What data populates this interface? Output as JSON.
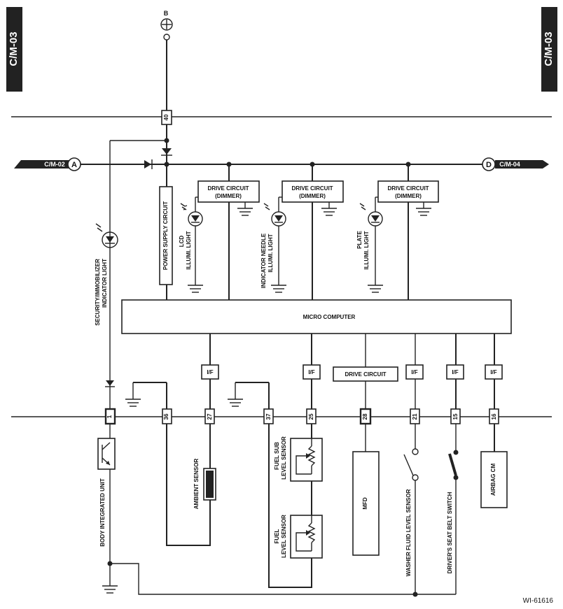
{
  "page_tags": {
    "left": "C/M-03",
    "right": "C/M-03"
  },
  "fig_id": "WI-61616",
  "supply": {
    "label": "B"
  },
  "connectors": {
    "left_label": "C/M-02",
    "left_circle": "A",
    "right_label": "C/M-04",
    "right_circle": "D"
  },
  "pins": {
    "p40": "40",
    "p1": "1",
    "p36": "36",
    "p27": "27",
    "p37": "37",
    "p25": "25",
    "p28": "28",
    "p21": "21",
    "p15": "15",
    "p16": "16"
  },
  "blocks": {
    "power_supply": "POWER SUPPLY CIRCUIT",
    "drive_circuit": "DRIVE CIRCUIT",
    "dimmer": "(DIMMER)",
    "micro_computer": "MICRO COMPUTER",
    "drive_circuit_lower": "DRIVE CIRCUIT",
    "interface": "I/F"
  },
  "lights": {
    "lcd_line1": "LCD",
    "lcd_line2": "ILLUMI. LIGHT",
    "needle_line1": "INDICATOR NEEDLE",
    "needle_line2": "ILLUMI. LIGHT",
    "plate_line1": "PLATE",
    "plate_line2": "ILLUMI. LIGHT",
    "security_line1": "SECURITY/IMMOBILIZER",
    "security_line2": "INDICATOR LIGHT"
  },
  "components": {
    "body_integrated_unit": "BODY INTEGRATED UNIT",
    "ambient_sensor": "AMBIENT SENSOR",
    "fuel_sub_line1": "FUEL SUB",
    "fuel_sub_line2": "LEVEL SENSOR",
    "fuel_line1": "FUEL",
    "fuel_line2": "LEVEL SENSOR",
    "mfd": "MFD",
    "washer_fluid": "WASHER FLUID LEVEL SENSOR",
    "seat_belt": "DRIVER'S SEAT BELT SWITCH",
    "airbag": "AIRBAG CM"
  }
}
